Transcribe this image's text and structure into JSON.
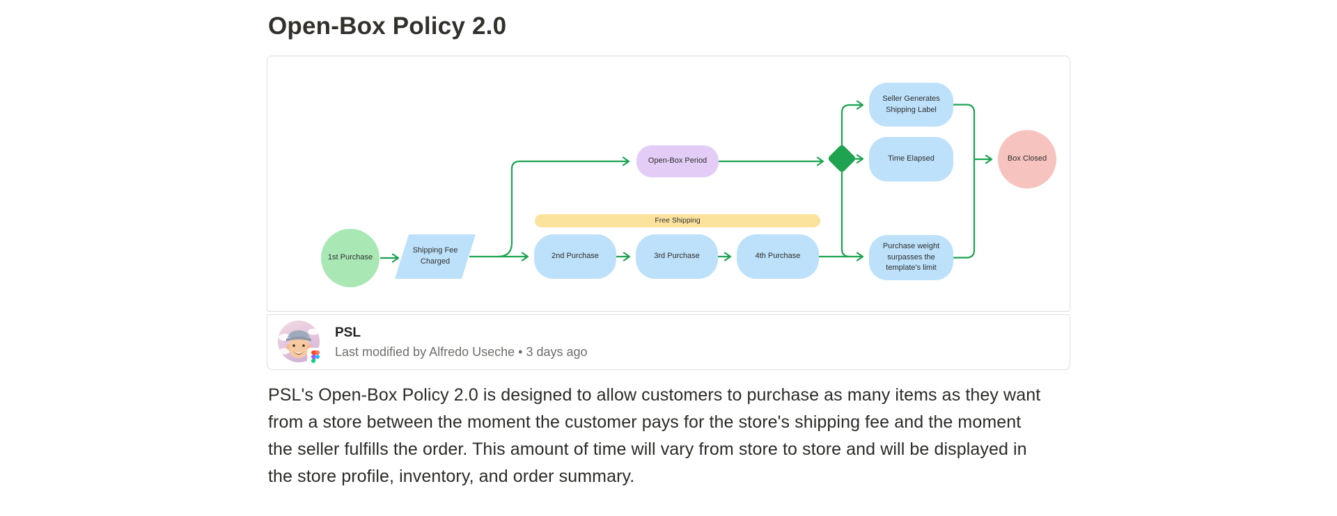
{
  "page": {
    "title": "Open-Box Policy 2.0",
    "paragraph": "PSL's Open-Box Policy 2.0 is designed to allow customers to purchase as many items as they want from a store between the moment the customer pays for the store's shipping fee and the moment the seller fulfills the order. This amount of time will vary from store to store and will be displayed in the store profile, inventory, and order summary."
  },
  "embed": {
    "attribution": {
      "name": "PSL",
      "modified": "Last modified by Alfredo Useche • 3 days ago",
      "source_icon": "figma-logo"
    }
  },
  "diagram": {
    "nodes": {
      "start": {
        "label": "1st Purchase",
        "shape": "circle",
        "color": "#A9E8B4"
      },
      "shipping_fee": {
        "label": "Shipping Fee Charged",
        "shape": "parallelogram",
        "color": "#BDE1FA"
      },
      "free_shipping": {
        "label": "Free Shipping",
        "shape": "band",
        "color": "#FBE39E"
      },
      "p2": {
        "label": "2nd Purchase",
        "shape": "rounded",
        "color": "#BDE1FA"
      },
      "p3": {
        "label": "3rd Purchase",
        "shape": "rounded",
        "color": "#BDE1FA"
      },
      "p4": {
        "label": "4th Purchase",
        "shape": "rounded",
        "color": "#BDE1FA"
      },
      "open_box": {
        "label": "Open-Box Period",
        "shape": "rounded",
        "color": "#E3CDF6"
      },
      "decision": {
        "label": "",
        "shape": "diamond",
        "color": "#1FA351"
      },
      "seller_label": {
        "label": "Seller Generates Shipping Label",
        "shape": "rounded",
        "color": "#BDE1FA"
      },
      "time_elapsed": {
        "label": "Time Elapsed",
        "shape": "rounded",
        "color": "#BDE1FA"
      },
      "weight_limit": {
        "label": "Purchase weight surpasses the template's limit",
        "shape": "rounded",
        "color": "#BDE1FA"
      },
      "box_closed": {
        "label": "Box Closed",
        "shape": "circle",
        "color": "#F7C3BF"
      }
    },
    "edges": [
      [
        "1st Purchase",
        "Shipping Fee Charged"
      ],
      [
        "Shipping Fee Charged",
        "2nd Purchase"
      ],
      [
        "Shipping Fee Charged",
        "Open-Box Period"
      ],
      [
        "Open-Box Period",
        "decision"
      ],
      [
        "2nd Purchase",
        "3rd Purchase"
      ],
      [
        "3rd Purchase",
        "4th Purchase"
      ],
      [
        "4th Purchase",
        "Purchase weight surpasses the template's limit"
      ],
      [
        "decision",
        "Seller Generates Shipping Label"
      ],
      [
        "decision",
        "Time Elapsed"
      ],
      [
        "decision",
        "Purchase weight surpasses the template's limit"
      ],
      [
        "Seller Generates Shipping Label",
        "Box Closed"
      ],
      [
        "Time Elapsed",
        "Box Closed"
      ],
      [
        "Purchase weight surpasses the template's limit",
        "Box Closed"
      ]
    ],
    "connector_color": "#1AA34F"
  }
}
